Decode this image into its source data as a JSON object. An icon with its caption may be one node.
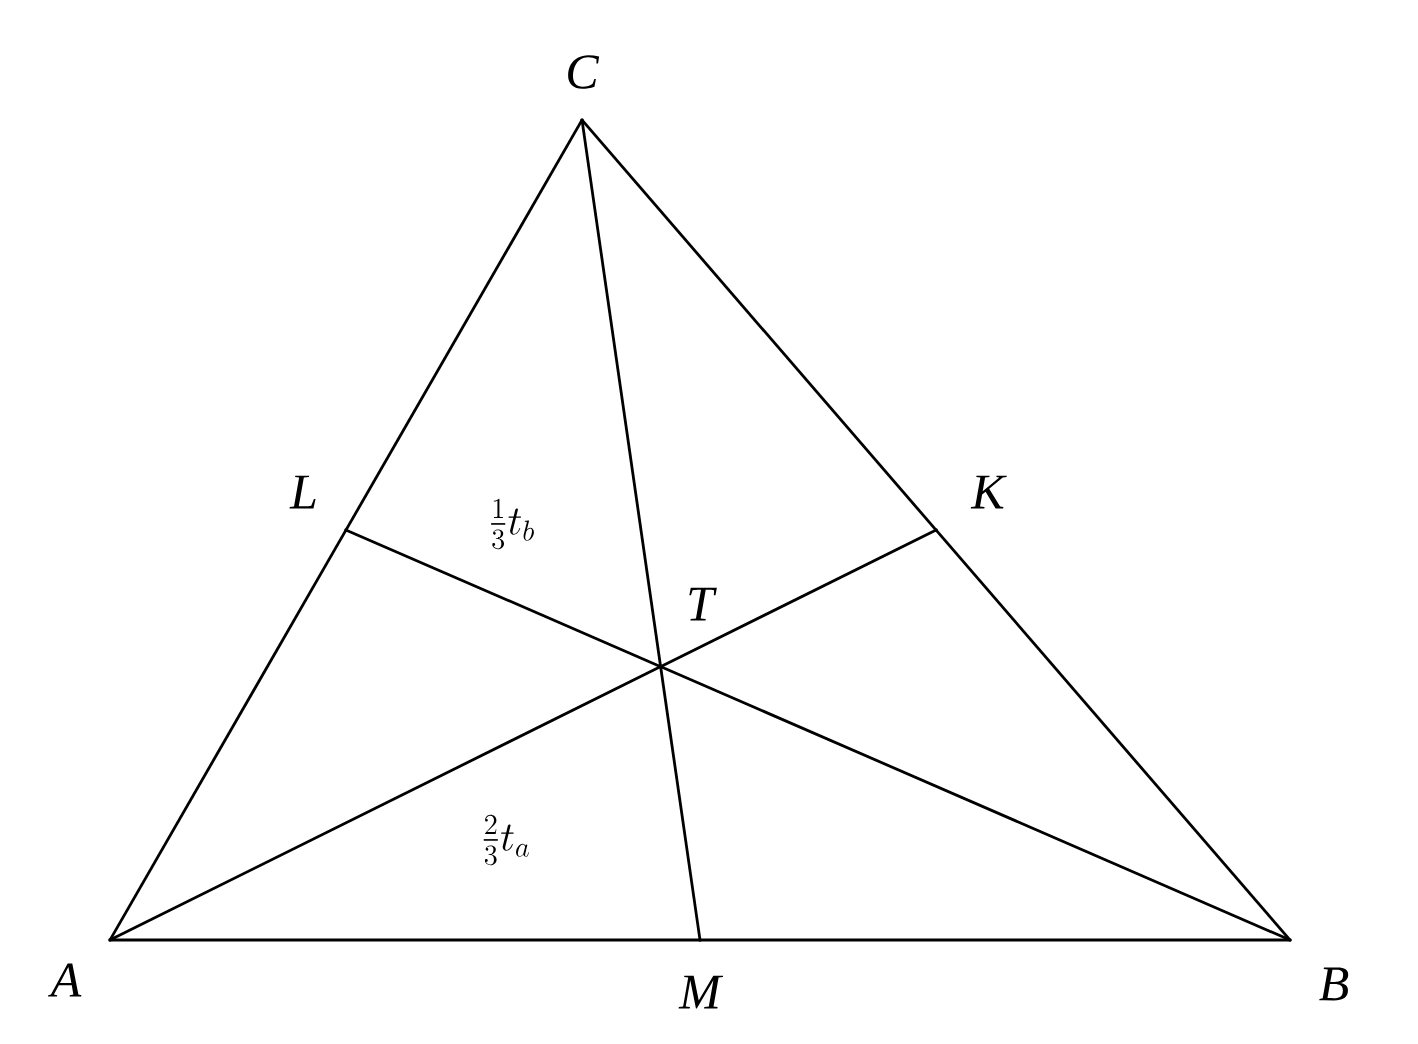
{
  "diagram": {
    "nodes": [
      {
        "text": [],
        "shape": "point",
        "beside": [
          "A"
        ]
      },
      {
        "text": [],
        "shape": "point",
        "beside": [
          "B"
        ]
      },
      {
        "text": [],
        "shape": "point",
        "beside": [
          "C"
        ]
      },
      {
        "text": [],
        "shape": "point",
        "beside": [
          "K"
        ]
      },
      {
        "text": [],
        "shape": "point",
        "beside": [
          "L"
        ]
      },
      {
        "text": [],
        "shape": "point",
        "beside": [
          "M"
        ]
      },
      {
        "text": [],
        "shape": "point",
        "beside": [
          "T"
        ]
      }
    ],
    "edges": [
      {
        "from": 0,
        "to": 5,
        "arrow": "none"
      },
      {
        "from": 5,
        "to": 1,
        "arrow": "none"
      },
      {
        "from": 1,
        "to": 3,
        "arrow": "none"
      },
      {
        "from": 3,
        "to": 2,
        "arrow": "none"
      },
      {
        "from": 2,
        "to": 4,
        "arrow": "none"
      },
      {
        "from": 4,
        "to": 0,
        "arrow": "none"
      },
      {
        "from": 0,
        "to": 6,
        "arrow": "none",
        "label": "\\frac{2}{3}t_a"
      },
      {
        "from": 6,
        "to": 3,
        "arrow": "none"
      },
      {
        "from": 1,
        "to": 6,
        "arrow": "none"
      },
      {
        "from": 6,
        "to": 4,
        "arrow": "none",
        "label": "\\frac{1}{3}t_b"
      },
      {
        "from": 2,
        "to": 6,
        "arrow": "none"
      },
      {
        "from": 6,
        "to": 5,
        "arrow": "none"
      }
    ]
  }
}
